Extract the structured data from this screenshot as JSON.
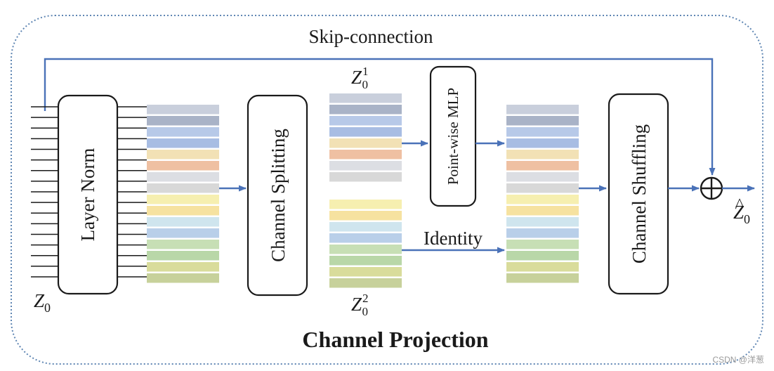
{
  "title": "Channel Projection",
  "skip_label": "Skip-connection",
  "identity_label": "Identity",
  "input_label": {
    "main": "Z",
    "sub": "0"
  },
  "output_label": {
    "main": "Z",
    "sub": "0",
    "accent": "^"
  },
  "split_top_label": {
    "main": "Z",
    "sub": "0",
    "sup": "1"
  },
  "split_bottom_label": {
    "main": "Z",
    "sub": "0",
    "sup": "2"
  },
  "blocks": {
    "layer_norm": "Layer Norm",
    "channel_splitting": "Channel Splitting",
    "pointwise_mlp": "Point-wise MLP",
    "channel_shuffling": "Channel Shuffling"
  },
  "watermark": "CSDN @洋葱",
  "colors": {
    "arrow": "#4a72b8",
    "border": "#5f86b3",
    "box_stroke": "#1a1a1a",
    "channels_top": [
      "#c9cfdc",
      "#a9b3c7",
      "#b7c9e8",
      "#a8bde3",
      "#f2e1b5",
      "#efc0a2",
      "#dcdee3",
      "#d8d8d8"
    ],
    "channels_bottom": [
      "#f6efb0",
      "#f6e2a0",
      "#cfe5ee",
      "#b9cfe9",
      "#c7dfb5",
      "#b9d7a8",
      "#d9dc9b",
      "#c7d19b"
    ]
  }
}
